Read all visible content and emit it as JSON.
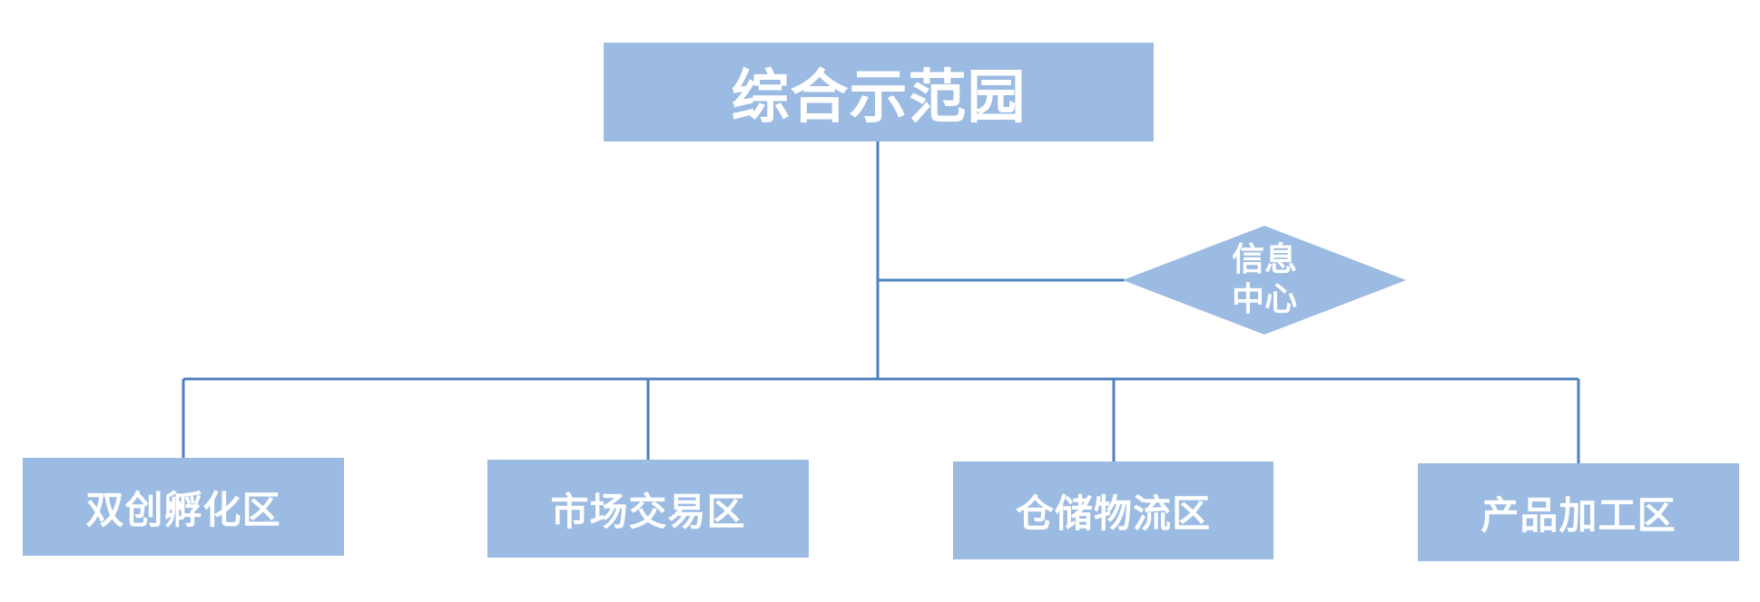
{
  "colors": {
    "box_fill": "#9bbbe3",
    "line": "#4f81bd",
    "text": "#ffffff"
  },
  "root": {
    "label": "综合示范园"
  },
  "info_center": {
    "line1": "信息",
    "line2": "中心"
  },
  "children": [
    {
      "label": "双创孵化区"
    },
    {
      "label": "市场交易区"
    },
    {
      "label": "仓储物流区"
    },
    {
      "label": "产品加工区"
    }
  ]
}
